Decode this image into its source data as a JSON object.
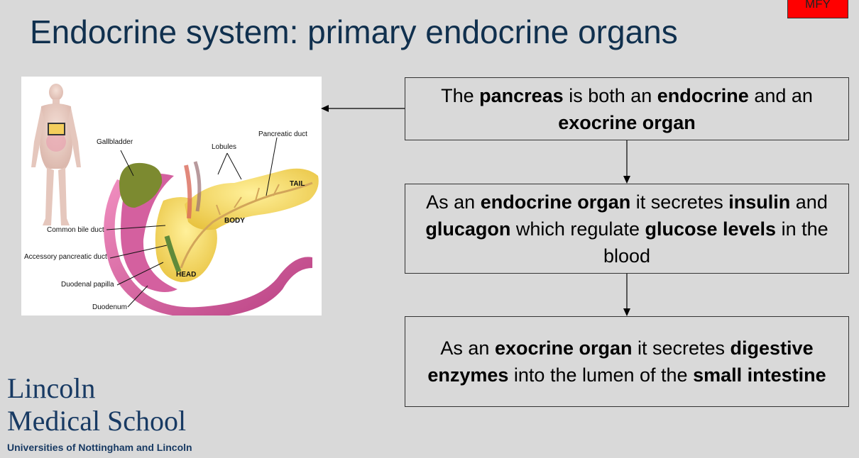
{
  "title": "Endocrine system: primary endocrine organs",
  "badge": "MFY",
  "illustration": {
    "labels": {
      "gallbladder": "Gallbladder",
      "lobules": "Lobules",
      "pancreatic_duct": "Pancreatic duct",
      "tail": "TAIL",
      "body": "BODY",
      "head": "HEAD",
      "common_bile_duct": "Common bile duct",
      "accessory_pancreatic_duct": "Accessory pancreatic duct",
      "duodenal_papilla": "Duodenal papilla",
      "duodenum": "Duodenum"
    }
  },
  "boxes": [
    {
      "segments": [
        [
          "The ",
          false
        ],
        [
          "pancreas",
          true
        ],
        [
          " is both an ",
          false
        ],
        [
          "endocrine",
          true
        ],
        [
          " and an ",
          false
        ],
        [
          "exocrine organ",
          true
        ]
      ]
    },
    {
      "segments": [
        [
          "As an ",
          false
        ],
        [
          "endocrine organ",
          true
        ],
        [
          " it secretes ",
          false
        ],
        [
          "insulin",
          true
        ],
        [
          " and ",
          false
        ],
        [
          "glucagon",
          true
        ],
        [
          " which regulate ",
          false
        ],
        [
          "glucose levels",
          true
        ],
        [
          " in the blood",
          false
        ]
      ]
    },
    {
      "segments": [
        [
          "As an ",
          false
        ],
        [
          "exocrine organ",
          true
        ],
        [
          " it secretes ",
          false
        ],
        [
          "digestive enzymes",
          true
        ],
        [
          " into the lumen of the ",
          false
        ],
        [
          "small intestine",
          true
        ]
      ]
    }
  ],
  "logo": {
    "line1": "Lincoln",
    "line2": "Medical School",
    "line3": "Universities of Nottingham and Lincoln"
  },
  "colors": {
    "title": "#10304e",
    "badge": "#ff0000",
    "logo": "#183a63",
    "background": "#d9d9d9"
  }
}
